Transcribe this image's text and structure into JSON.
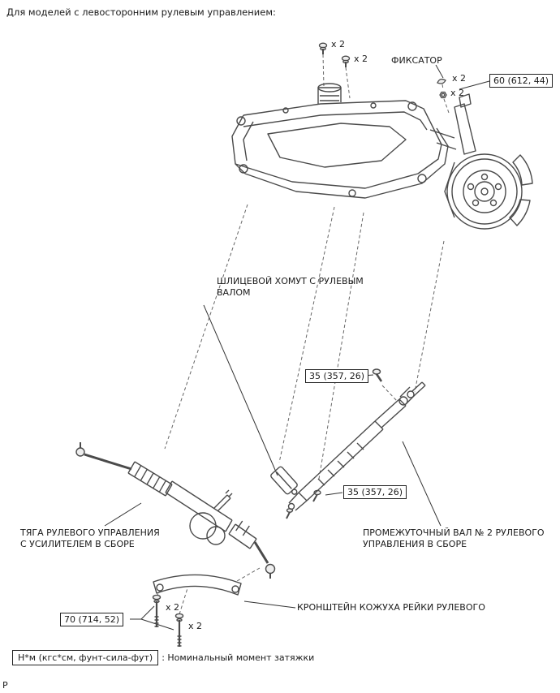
{
  "page": {
    "header_note": "Для моделей с левосторонним рулевым управлением:",
    "footer_letter": "P"
  },
  "labels": {
    "x2": "x 2",
    "fixator": "ФИКСАТОР",
    "spline_clamp": "ШЛИЦЕВОЙ ХОМУТ С РУЛЕВЫМ\nВАЛОМ",
    "steering_link": "ТЯГА РУЛЕВОГО УПРАВЛЕНИЯ\nС УСИЛИТЕЛЕМ В СБОРЕ",
    "intermediate_shaft": "ПРОМЕЖУТОЧНЫЙ ВАЛ № 2 РУЛЕВОГО\nУПРАВЛЕНИЯ В СБОРЕ",
    "bracket": "КРОНШТЕЙН КОЖУХА РЕЙКИ РУЛЕВОГО"
  },
  "torques": {
    "upper_nut": "60 (612, 44)",
    "shaft_upper_bolt": "35 (357, 26)",
    "shaft_lower_bolt": "35 (357, 26)",
    "bracket_bolts": "70 (714, 52)"
  },
  "legend": {
    "unit": "Н*м (кгс*см, фунт-сила-фут)",
    "description": ": Номинальный момент затяжки"
  },
  "colors": {
    "line": "#4a4a4a",
    "leader": "#555555"
  }
}
